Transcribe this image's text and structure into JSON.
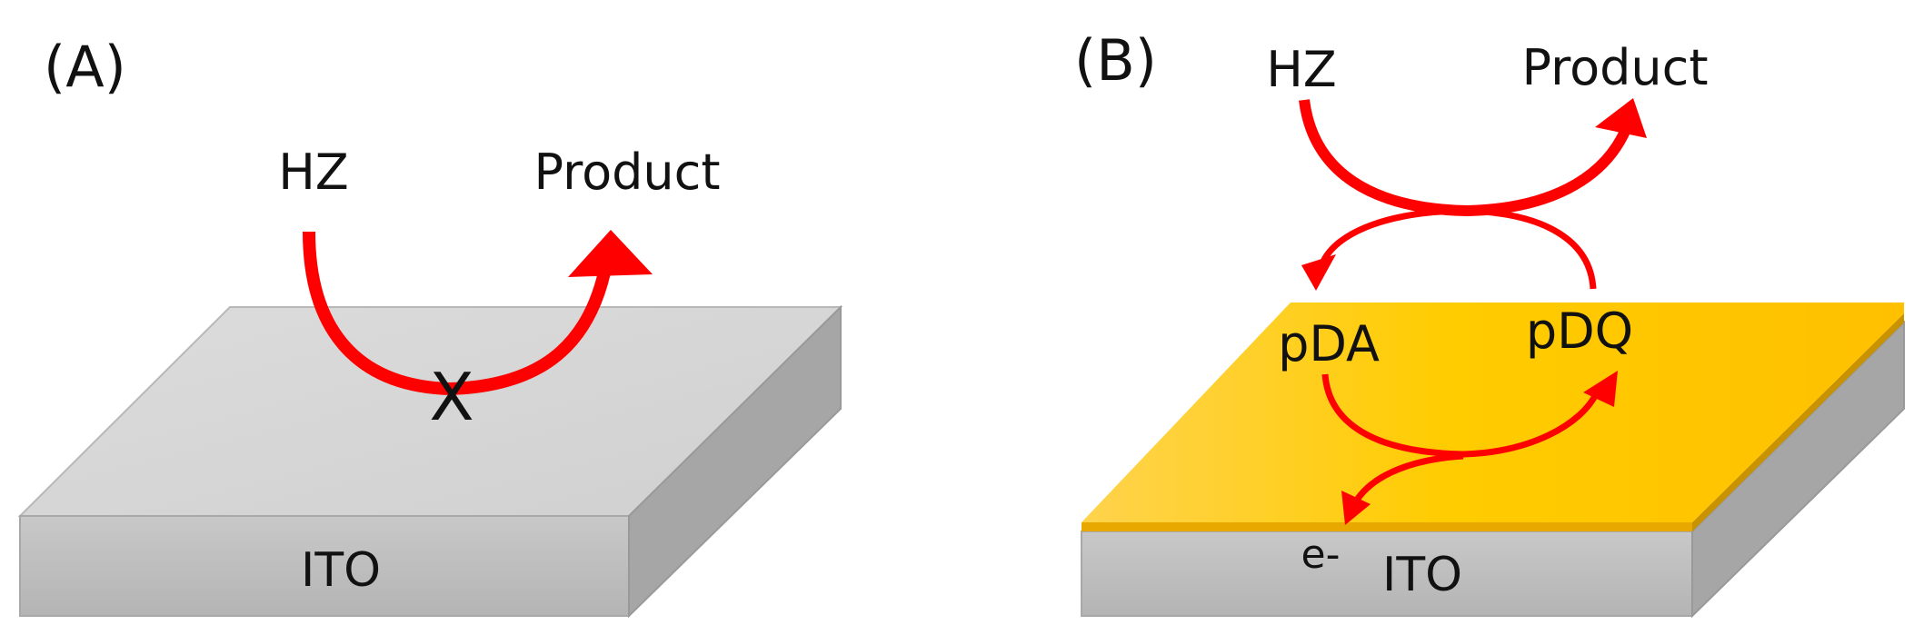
{
  "panel_a": {
    "letter": "(A)",
    "reactant": "HZ",
    "product": "Product",
    "blocked_mark": "X",
    "substrate": "ITO"
  },
  "panel_b": {
    "letter": "(B)",
    "reactant": "HZ",
    "product": "Product",
    "reduced_form": "pDA",
    "oxidized_form": "pDQ",
    "electron": "e-",
    "substrate": "ITO"
  },
  "colors": {
    "arrow": "#ff0000",
    "ito_top": "#d9d9d9",
    "ito_front": "#bfbfbf",
    "ito_side": "#a6a6a6",
    "film": "#ffc000"
  }
}
